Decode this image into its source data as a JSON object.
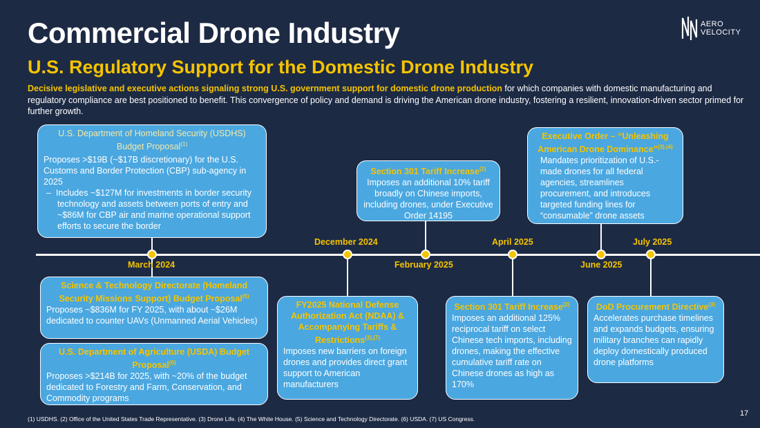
{
  "title": "Commercial Drone Industry",
  "subtitle": "U.S. Regulatory Support for the Domestic Drone Industry",
  "logo": {
    "line1": "AERO",
    "line2": "VELOCITY",
    "icon": "aero-velocity-logo-icon"
  },
  "intro": {
    "highlight": "Decisive legislative and executive actions signaling strong U.S. government support for domestic drone production",
    "rest": " for which companies with domestic manufacturing and regulatory compliance are best positioned to benefit. This convergence of policy and demand is driving the American drone industry, fostering a resilient, innovation-driven sector primed for further growth."
  },
  "dates": {
    "march_2024": "March 2024",
    "december_2024": "December 2024",
    "february_2025": "February 2025",
    "april_2025": "April 2025",
    "june_2025": "June 2025",
    "july_2025": "July 2025"
  },
  "cards": {
    "dhs": {
      "title": "U.S. Department of Homeland Security (USDHS) Budget Proposal",
      "sup": "(1)",
      "body": "Proposes >$19B (~$17B discretionary) for the U.S. Customs and Border Protection (CBP) sub-agency in 2025",
      "bullet_mark": "–",
      "bullet": "Includes ~$127M for investments in border security technology and assets between ports of entry and ~$86M for CBP air and marine operational support efforts to secure the border"
    },
    "s301_feb": {
      "title": "Section 301 Tariff Increase",
      "sup": "(2)",
      "body": "Imposes an additional 10% tariff broadly on Chinese imports, including drones, under Executive Order 14195"
    },
    "exec_order": {
      "title": "Executive Order – “Unleashing American Drone Dominance”",
      "sup": "(3),(4)",
      "body": "Mandates prioritization of U.S.-made drones for all federal agencies, streamlines procurement, and introduces targeted funding lines for “consumable” drone assets"
    },
    "st_directorate": {
      "title": "Science & Technology Directorate (Homeland Security Missions Support) Budget Proposal",
      "sup": "(5)",
      "body": "Proposes ~$836M for FY 2025, with about ~$26M dedicated to counter UAVs (Unmanned Aerial Vehicles)"
    },
    "usda": {
      "title": "U.S. Department of Agriculture (USDA) Budget Proposal",
      "sup": "(6)",
      "body": "Proposes >$214B for 2025, with ~20% of the budget dedicated to Forestry and Farm, Conservation, and Commodity programs"
    },
    "ndaa": {
      "title": "FY2025 National Defense Authorization Act (NDAA) & Accompanying Tariffs & Restrictions",
      "sup": "(3),(7)",
      "body": "Imposes new barriers on foreign drones and provides direct grant support to American manufacturers"
    },
    "s301_apr": {
      "title": "Section 301 Tariff Increase",
      "sup": "(2)",
      "body": "Imposes an additional 125% reciprocal tariff on select Chinese tech imports, including drones, making the effective cumulative tariff rate on Chinese drones as high as 170%"
    },
    "dod": {
      "title": "DoD Procurement Directive",
      "sup": "(3)",
      "body": "Accelerates purchase timelines and expands budgets, ensuring military branches can rapidly deploy domestically produced drone platforms"
    }
  },
  "footnote": "(1) USDHS. (2) Office of the United States Trade Representative. (3) Drone Life. (4) The White House. (5) Science and Technology Directorate. (6) USDA. (7) US Congress.",
  "page_number": "17",
  "colors": {
    "background": "#1d2a44",
    "accent": "#f5c400",
    "card": "#4aa7e0"
  }
}
